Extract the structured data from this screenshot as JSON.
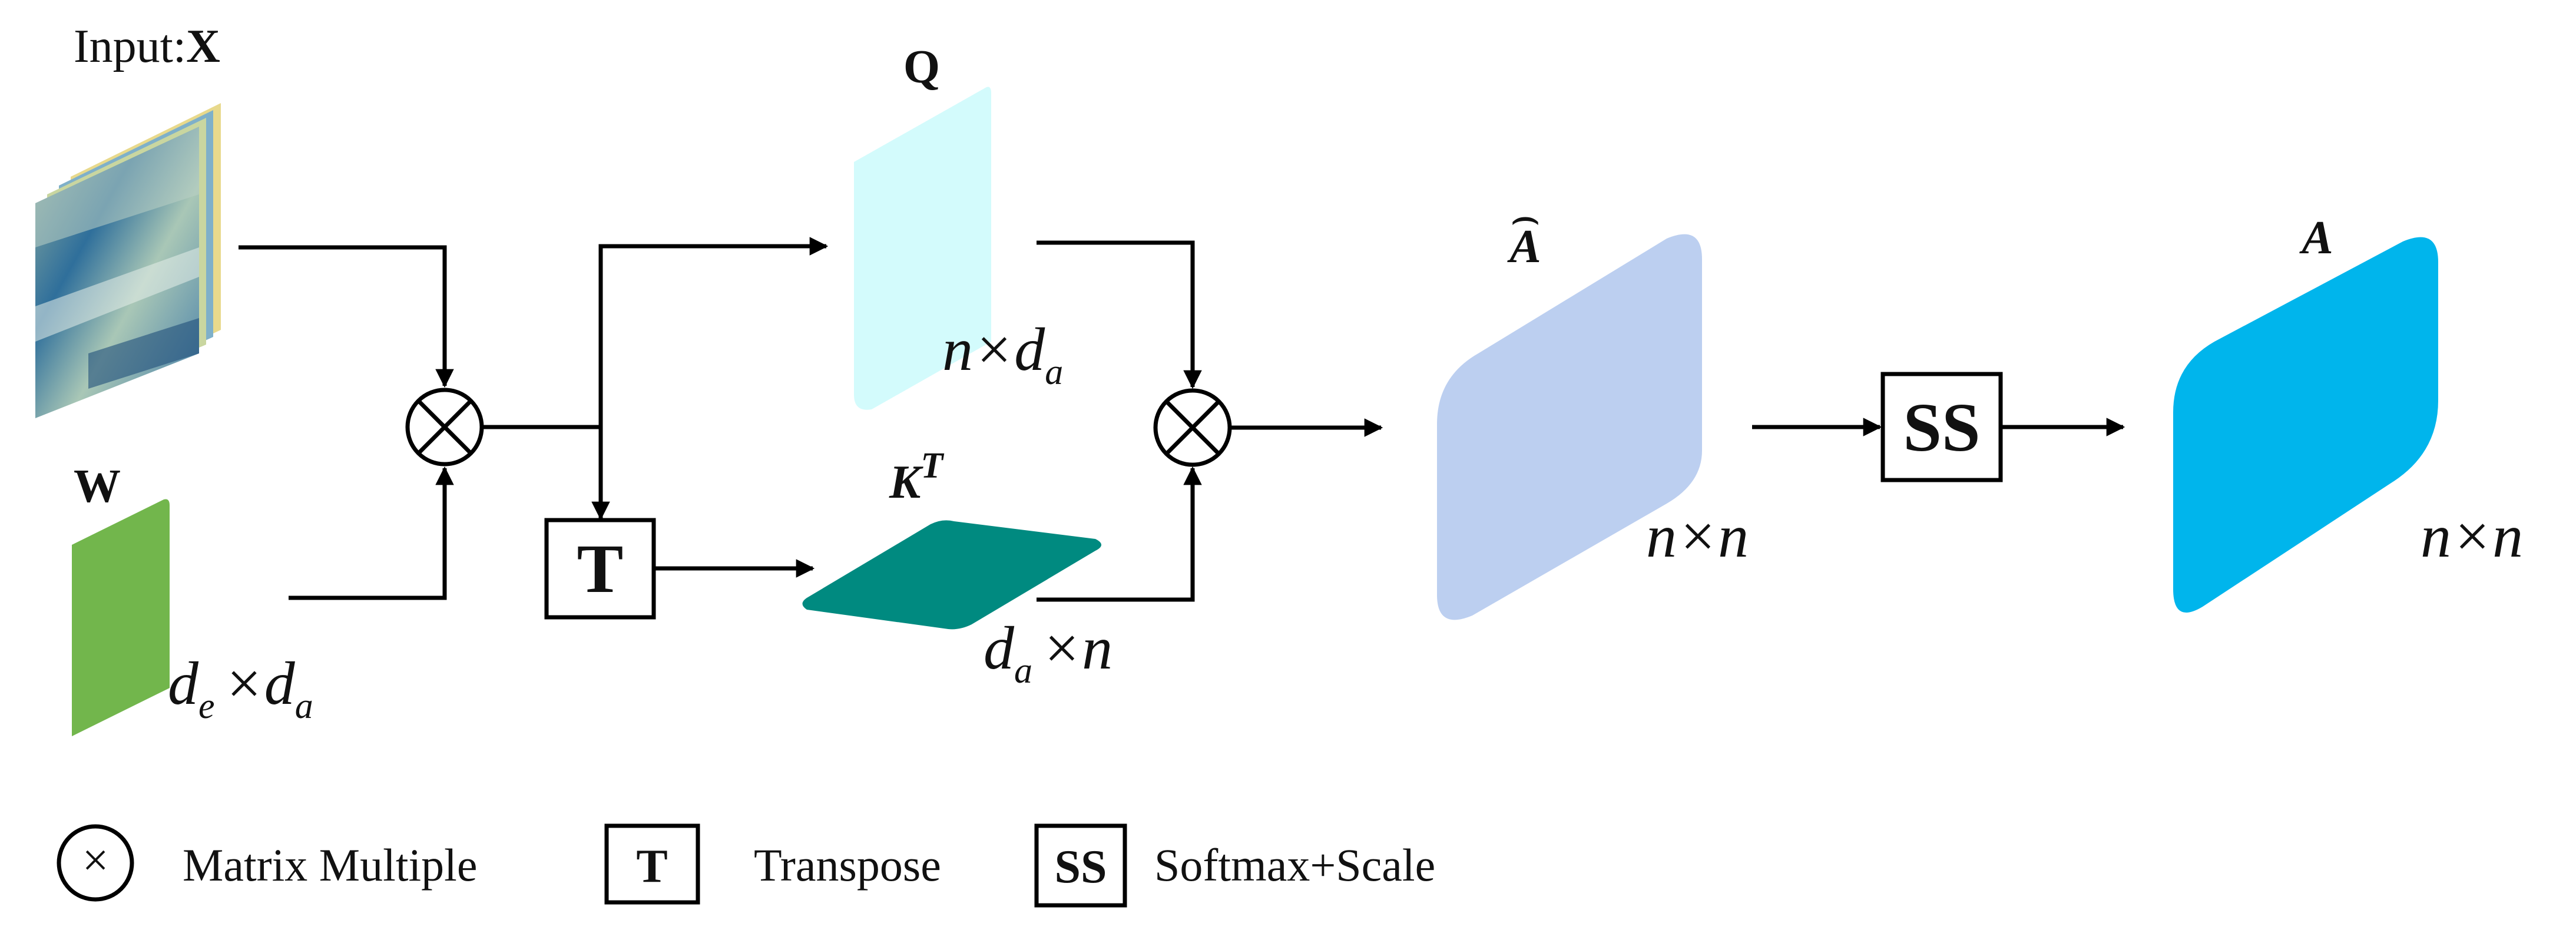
{
  "colors": {
    "q": "#d3fbfc",
    "k": "#008a80",
    "w": "#72b64c",
    "a_hat": "#bccff0",
    "a": "#00b5ec"
  },
  "input": {
    "prefix": "Input:",
    "symbol": "X"
  },
  "w": {
    "label": "W",
    "dim_base_1": "d",
    "dim_sub_1": "e",
    "dim_times": "×",
    "dim_base_2": "d",
    "dim_sub_2": "a"
  },
  "q": {
    "label": "Q",
    "dim_prefix": "n×",
    "dim_base": "d",
    "dim_sub": "a"
  },
  "k": {
    "label": "K",
    "sup": "T",
    "dim_base": "d",
    "dim_sub": "a",
    "dim_suffix": "×n"
  },
  "a_hat": {
    "label": "A",
    "hat": "⌢",
    "dim": "n×n"
  },
  "a": {
    "label": "A",
    "dim": "n×n"
  },
  "ops": {
    "multiply_symbol": "×",
    "transpose": "T",
    "softmax_scale": "SS"
  },
  "legend": [
    {
      "symbol": "×",
      "text": "Matrix Multiple"
    },
    {
      "symbol": "T",
      "text": "Transpose"
    },
    {
      "symbol": "SS",
      "text": "Softmax+Scale"
    }
  ]
}
